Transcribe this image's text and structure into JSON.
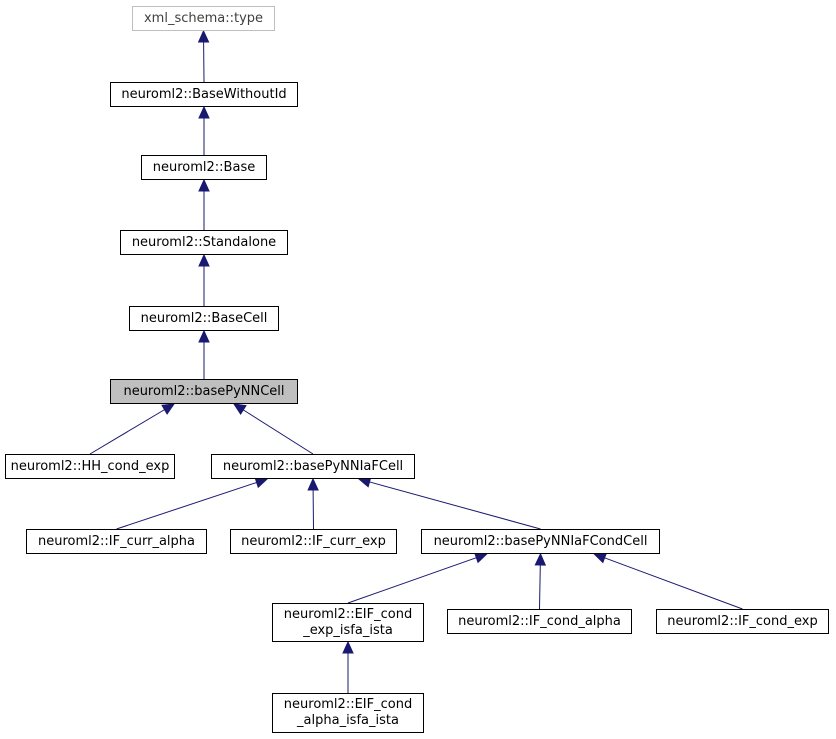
{
  "diagram": {
    "nodes": {
      "xml_type": "xml_schema::type",
      "base_without_id": "neuroml2::BaseWithoutId",
      "base": "neuroml2::Base",
      "standalone": "neuroml2::Standalone",
      "base_cell": "neuroml2::BaseCell",
      "base_pynn_cell": "neuroml2::basePyNNCell",
      "hh_cond_exp": "neuroml2::HH_cond_exp",
      "base_pynn_iaf_cell": "neuroml2::basePyNNIaFCell",
      "if_curr_alpha": "neuroml2::IF_curr_alpha",
      "if_curr_exp": "neuroml2::IF_curr_exp",
      "base_pynn_iaf_cond_cell": "neuroml2::basePyNNIaFCondCell",
      "eif_cond_exp": {
        "line1": "neuroml2::EIF_cond",
        "line2": "_exp_isfa_ista"
      },
      "if_cond_alpha": "neuroml2::IF_cond_alpha",
      "if_cond_exp": "neuroml2::IF_cond_exp",
      "eif_cond_alpha": {
        "line1": "neuroml2::EIF_cond",
        "line2": "_alpha_isfa_ista"
      }
    },
    "edges": [
      [
        "base_without_id",
        "xml_type"
      ],
      [
        "base",
        "base_without_id"
      ],
      [
        "standalone",
        "base"
      ],
      [
        "base_cell",
        "standalone"
      ],
      [
        "base_pynn_cell",
        "base_cell"
      ],
      [
        "hh_cond_exp",
        "base_pynn_cell"
      ],
      [
        "base_pynn_iaf_cell",
        "base_pynn_cell"
      ],
      [
        "if_curr_alpha",
        "base_pynn_iaf_cell"
      ],
      [
        "if_curr_exp",
        "base_pynn_iaf_cell"
      ],
      [
        "base_pynn_iaf_cond_cell",
        "base_pynn_iaf_cell"
      ],
      [
        "eif_cond_exp",
        "base_pynn_iaf_cond_cell"
      ],
      [
        "if_cond_alpha",
        "base_pynn_iaf_cond_cell"
      ],
      [
        "if_cond_exp",
        "base_pynn_iaf_cond_cell"
      ],
      [
        "eif_cond_alpha",
        "eif_cond_exp"
      ]
    ],
    "colors": {
      "edge": "#191970",
      "current_fill": "#bfbfbf",
      "external_border": "#bfbfbf"
    }
  }
}
